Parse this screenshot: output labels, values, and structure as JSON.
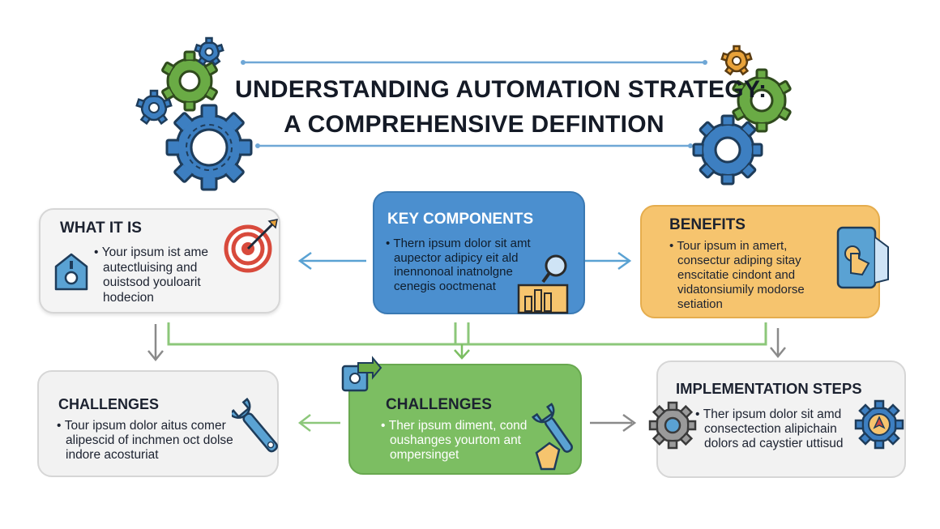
{
  "title": {
    "line1": "UNDERSTANDING AUTOMATION STRATEGY:",
    "line2": "A COMPREHENSIVE DEFINTION"
  },
  "colors": {
    "gear_blue": "#3d7fc1",
    "gear_green": "#6aab45",
    "gear_orange": "#e8a23a",
    "key_card": "#4b8fcf",
    "benefits_card": "#f6c46e",
    "challenges_center_card": "#7cbe62",
    "grey_card": "#f2f2f2",
    "arrow_blue": "#5aa2d3",
    "arrow_green": "#7cbe62",
    "arrow_grey": "#8a8a8a"
  },
  "cards": {
    "what_it_is": {
      "title": "WHAT IT IS",
      "lines": [
        "Your ipsum ist ame",
        "autectluising and",
        "ouistsod youloarit",
        "hodecion"
      ],
      "icons": [
        "warning-house-icon",
        "target-icon"
      ]
    },
    "key_components": {
      "title": "KEY COMPONENTS",
      "lines": [
        "Thern ipsum dolor sit amt",
        "aupector adipicy eit ald",
        "inennonoal inatnolgne",
        "cenegis ooctmenat"
      ],
      "icons": [
        "bar-chart-magnifier-icon"
      ]
    },
    "benefits": {
      "title": "BENEFITS",
      "lines": [
        "Tour ipsum in amert,",
        "consectur adiping sitay",
        "enscitatie cindont and",
        "vidatonsiumily modorse",
        "setiation"
      ],
      "icons": [
        "tablet-tap-icon"
      ]
    },
    "challenges_left": {
      "title": "CHALLENGES",
      "lines": [
        "Tour ipsum dolor aitus comer",
        "alipescid of inchmen oct dolse",
        "indore acosturiat"
      ],
      "icons": [
        "wrench-icon"
      ]
    },
    "challenges_center": {
      "title": "CHALLENGES",
      "lines": [
        "Ther ipsum diment, cond",
        "oushanges yourtom ant",
        "ompersinget"
      ],
      "icons": [
        "box-arrow-icon",
        "wrench-hand-icon"
      ]
    },
    "implementation": {
      "title": "IMPLEMENTATION STEPS",
      "lines": [
        "Ther ipsum dolor sit amd",
        "consectection alipichain",
        "dolors ad caystier uttisud"
      ],
      "icons": [
        "gear-icon",
        "gear-rocket-icon"
      ]
    }
  }
}
